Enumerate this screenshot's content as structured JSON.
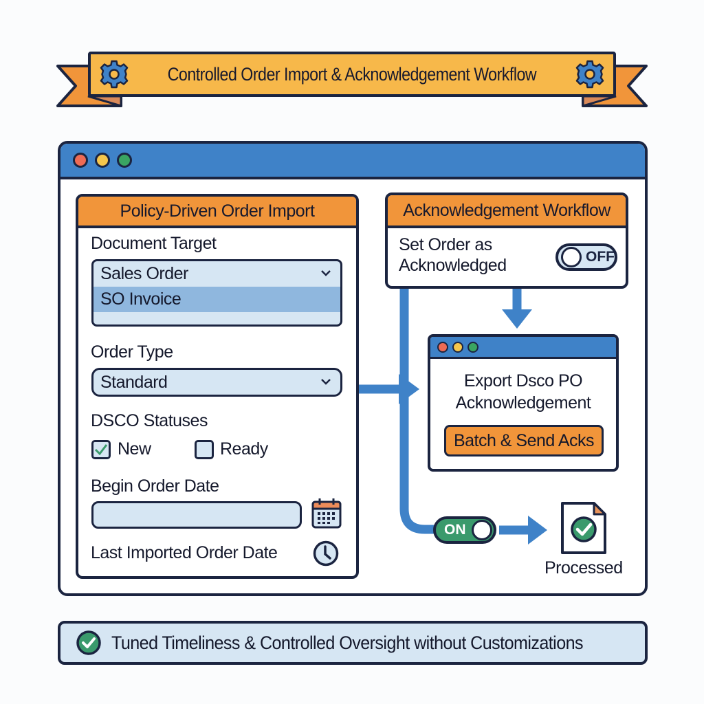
{
  "banner": {
    "title": "Controlled Order Import & Acknowledgement Workflow",
    "left_icon": "gear-icon",
    "right_icon": "gear-icon"
  },
  "window": {
    "controls": [
      "close",
      "minimize",
      "maximize"
    ]
  },
  "import_panel": {
    "title": "Policy-Driven Order Import",
    "document_target": {
      "label": "Document Target",
      "selected": "Sales Order",
      "options": [
        "Sales Order",
        "SO Invoice"
      ],
      "highlighted": "SO Invoice"
    },
    "order_type": {
      "label": "Order Type",
      "selected": "Standard"
    },
    "dsco_statuses": {
      "label": "DSCO Statuses",
      "options": [
        {
          "label": "New",
          "checked": true
        },
        {
          "label": "Ready",
          "checked": false
        }
      ]
    },
    "begin_order_date": {
      "label": "Begin Order Date",
      "value": "",
      "icon": "calendar-icon"
    },
    "last_imported_order_date": {
      "label": "Last Imported Order Date",
      "icon": "clock-icon"
    }
  },
  "ack_panel": {
    "title": "Acknowledgement Workflow",
    "setting_label_line1": "Set Order as",
    "setting_label_line2": "Acknowledged",
    "toggle_state": "OFF"
  },
  "export_window": {
    "title_line1": "Export Dsco PO",
    "title_line2": "Acknowledgement",
    "button_label": "Batch & Send Acks"
  },
  "processed": {
    "toggle_state": "ON",
    "label": "Processed",
    "icon": "document-check-icon"
  },
  "footer": {
    "text": "Tuned Timeliness & Controlled Oversight without Customizations",
    "icon": "check-circle-icon"
  },
  "colors": {
    "primary_blue": "#3f82c8",
    "accent_orange": "#f1953a",
    "banner_yellow": "#f7b84a",
    "field_blue": "#d6e6f3",
    "success_green": "#3a9a6c",
    "outline": "#1b2440"
  }
}
